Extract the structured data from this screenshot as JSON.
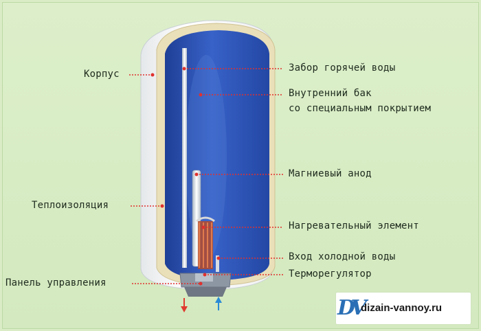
{
  "labels": {
    "korpus": "Корпус",
    "teploizolyatsiya": "Теплоизоляция",
    "panel": "Панель управления",
    "zabor": "Забор горячей воды",
    "bak_line1": "Внутренний бак",
    "bak_line2": "со специальным покрытием",
    "anod": "Магниевый анод",
    "nagrev": "Нагревательный элемент",
    "vhod": "Вход холодной воды",
    "termoregulyator": "Терморегулятор"
  },
  "logo": {
    "mark": "DV",
    "text": "dizain-vannoy.ru"
  },
  "colors": {
    "background": "#d9ecc6",
    "tank_blue": "#2f55b8",
    "insulation": "#e9dfb9",
    "shell": "#f6f7f8",
    "leader_line": "#e0312e",
    "hot_arrow": "#e03a2e",
    "cold_arrow": "#2a8bd6"
  }
}
